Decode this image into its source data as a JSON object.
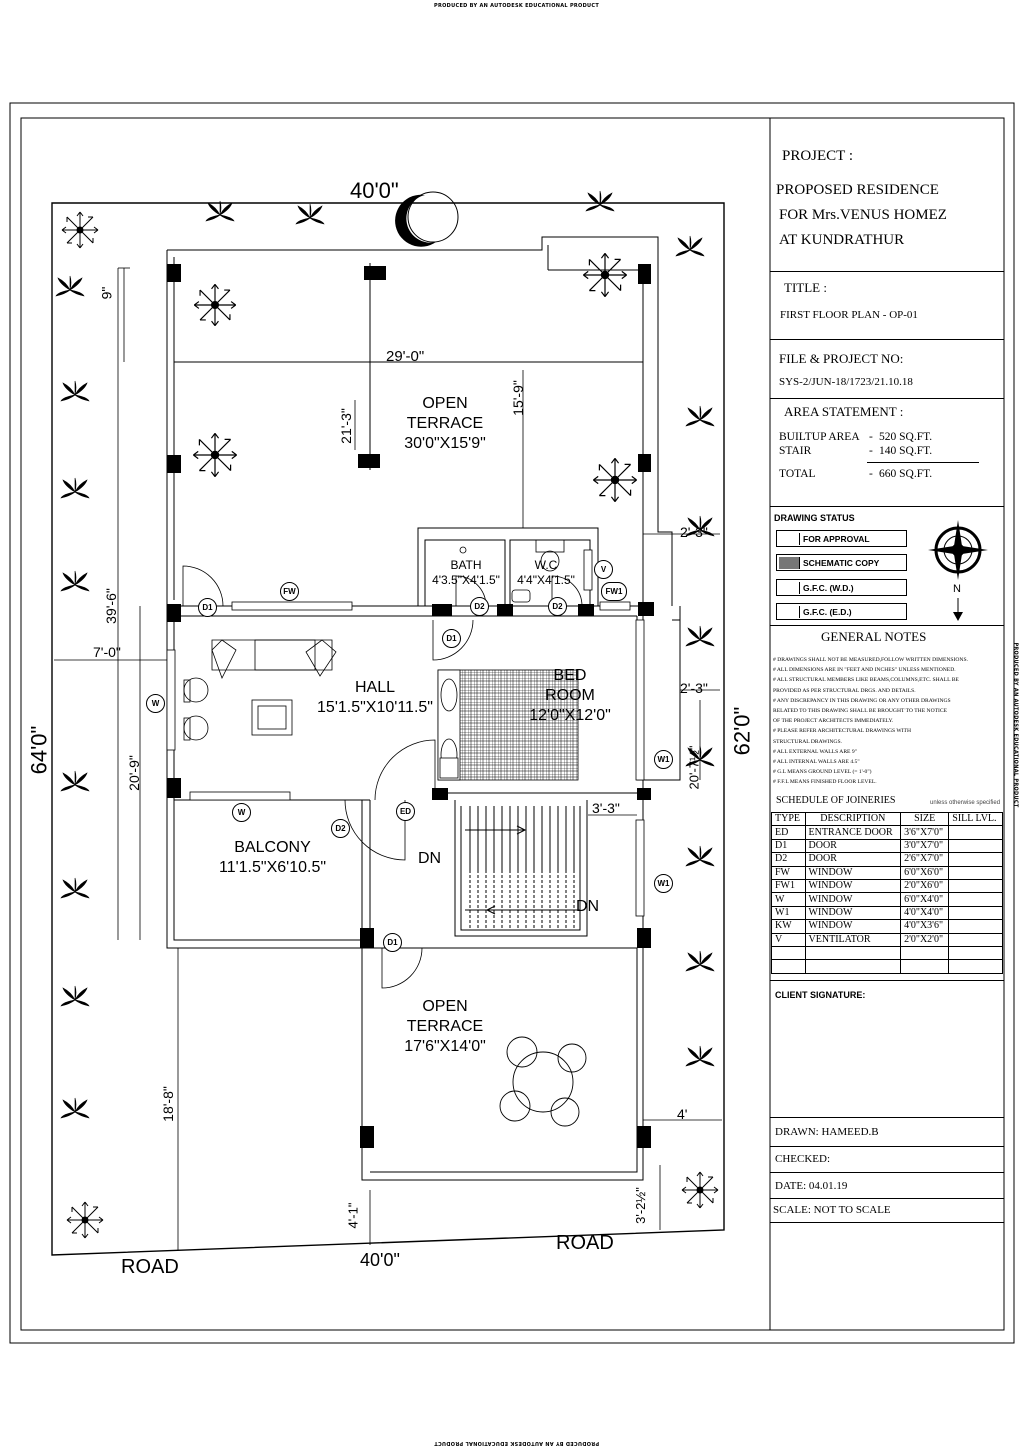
{
  "watermark": "PRODUCED BY AN AUTODESK EDUCATIONAL PRODUCT",
  "plan": {
    "dims": {
      "top_width": "40'0\"",
      "bottom_width": "40'0\"",
      "left_height": "64'0\"",
      "right_height": "62'0\"",
      "inner_width": "29'-0\"",
      "top_setback": "9\"",
      "terrace_depth": "21'-3\"",
      "terrace_inner": "15'-9\"",
      "left_depth": "39'-6\"",
      "left_setback": "7'-0\"",
      "hall_depth": "20'-9\"",
      "right_offset_top": "2'-3\"",
      "right_offset_mid": "2'-3\"",
      "right_inner": "20'-7½\"",
      "stair_width": "3'-3\"",
      "lower_left": "18'-8\"",
      "front_right": "4'",
      "front_left": "4'-1\"",
      "front_right_setback": "3'-2½\""
    },
    "rooms": {
      "open_terrace_top": {
        "name1": "OPEN",
        "name2": "TERRACE",
        "size": "30'0\"X15'9\""
      },
      "bath": {
        "name": "BATH",
        "size": "4'3.5\"X4'1.5\""
      },
      "wc": {
        "name": "W.C",
        "size": "4'4\"X4'1.5\""
      },
      "hall": {
        "name": "HALL",
        "size": "15'1.5\"X10'11.5\""
      },
      "bedroom": {
        "name1": "BED",
        "name2": "ROOM",
        "size": "12'0\"X12'0\""
      },
      "balcony": {
        "name": "BALCONY",
        "size": "11'1.5\"X6'10.5\""
      },
      "open_terrace_bottom": {
        "name1": "OPEN",
        "name2": "TERRACE",
        "size": "17'6\"X14'0\""
      }
    },
    "stair": {
      "dn1": "DN",
      "dn2": "DN"
    },
    "road_left": "ROAD",
    "road_right": "ROAD",
    "tags": {
      "D1": "D1",
      "D2": "D2",
      "FW": "FW",
      "FW1": "FW1",
      "W": "W",
      "W1": "W1",
      "ED": "ED",
      "V": "V"
    }
  },
  "titleblock": {
    "project_label": "PROJECT  :",
    "project_lines": [
      "PROPOSED RESIDENCE",
      "FOR Mrs.VENUS HOMEZ",
      "AT KUNDRATHUR"
    ],
    "title_label": "TITLE  :",
    "title_value": "FIRST  FLOOR PLAN - OP-01",
    "file_label": "FILE & PROJECT NO:",
    "file_value": "SYS-2/JUN-18/1723/21.10.18",
    "area_label": "AREA STATEMENT  :",
    "area_rows": [
      {
        "label": "BUILTUP AREA",
        "dash": "-",
        "value": "520  SQ.FT."
      },
      {
        "label": "STAIR",
        "dash": "-",
        "value": "140  SQ.FT."
      },
      {
        "label": "TOTAL",
        "dash": "-",
        "value": "660  SQ.FT."
      }
    ],
    "status_label": "DRAWING STATUS",
    "status_items": [
      "FOR APPROVAL",
      "SCHEMATIC COPY",
      "G.F.C. (W.D.)",
      "G.F.C. (E.D.)"
    ],
    "north": "N",
    "notes_title": "GENERAL NOTES",
    "notes": [
      "# DRAWINGS SHALL NOT BE MEASURED,FOLLOW WRITTEN DIMENSIONS.",
      "# ALL DIMENSIONS ARE IN \"FEET AND INCHES\" UNLESS MENTIONED.",
      "# ALL STRUCTURAL MEMBERS LIKE BEAMS,COLUMNS,ETC. SHALL BE",
      "   PROVIDED AS PER STRUCTURAL DRGS. AND DETAILS.",
      "# ANY DISCREPANCY IN THIS DRAWING OR ANY OTHER DRAWINGS",
      "   RELATED TO THIS DRAWING SHALL BE BROUGHT TO THE NOTICE",
      "   OF THE PROJECT ARCHITECTS IMMEDIATELY.",
      "# PLEASE REFER ARCHITECTURAL DRAWINGS WITH",
      "   STRUCTURAL DRAWINGS.",
      "# ALL EXTERNAL WALLS ARE 9\"",
      "# ALL INTERNAL WALLS ARE 4.5\"",
      "# G.L MEANS GROUND LEVEL (= 1'-0\")",
      "# F.F.L MEANS FINISHED FLOOR LEVEL."
    ],
    "schedule_title": "SCHEDULE OF JOINERIES",
    "schedule_note": "unless otherwise specified",
    "schedule_headers": [
      "TYPE",
      "DESCRIPTION",
      "SIZE",
      "SILL LVL."
    ],
    "schedule_rows": [
      [
        "ED",
        "ENTRANCE DOOR",
        "3'6\"X7'0\"",
        ""
      ],
      [
        "D1",
        "DOOR",
        "3'0\"X7'0\"",
        ""
      ],
      [
        "D2",
        "DOOR",
        "2'6\"X7'0\"",
        ""
      ],
      [
        "FW",
        "WINDOW",
        "6'0\"X6'0\"",
        ""
      ],
      [
        "FW1",
        "WINDOW",
        "2'0\"X6'0\"",
        ""
      ],
      [
        "W",
        "WINDOW",
        "6'0\"X4'0\"",
        ""
      ],
      [
        "W1",
        "WINDOW",
        "4'0\"X4'0\"",
        ""
      ],
      [
        "KW",
        "WINDOW",
        "4'0\"X3'6\"",
        ""
      ],
      [
        "V",
        "VENTILATOR",
        "2'0\"X2'0\"",
        ""
      ],
      [
        "",
        "",
        "",
        ""
      ],
      [
        "",
        "",
        "",
        ""
      ]
    ],
    "client_signature": "CLIENT SIGNATURE:",
    "drawn": "DRAWN: HAMEED.B",
    "checked": "CHECKED:",
    "date": "DATE: 04.01.19",
    "scale": "SCALE: NOT TO SCALE"
  }
}
